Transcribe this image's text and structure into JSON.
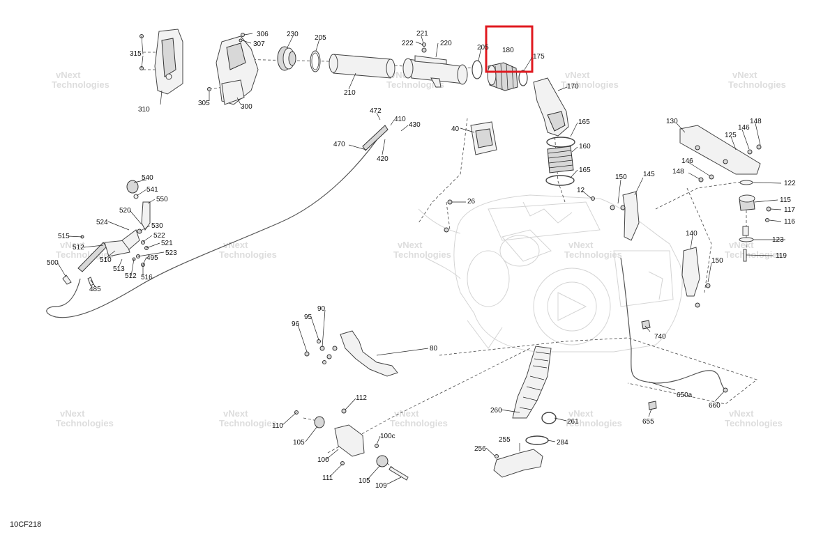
{
  "drawing_code": "10CF218",
  "highlighted_part": "180",
  "highlight_color": "#e0191f",
  "watermark_lines": [
    "vNext",
    "Technologies"
  ],
  "callouts": [
    "315",
    "310",
    "306",
    "307",
    "305",
    "300",
    "230",
    "205",
    "210",
    "221",
    "222",
    "220",
    "205",
    "180",
    "175",
    "170",
    "472",
    "410",
    "430",
    "470",
    "420",
    "40",
    "165",
    "160",
    "165",
    "130",
    "148",
    "146",
    "125",
    "148",
    "146",
    "122",
    "115",
    "117",
    "116",
    "140",
    "123",
    "119",
    "150",
    "12",
    "150",
    "145",
    "26",
    "540",
    "541",
    "550",
    "520",
    "524",
    "530",
    "522",
    "521",
    "523",
    "515",
    "512",
    "510",
    "495",
    "513",
    "512",
    "516",
    "500",
    "485",
    "96",
    "95",
    "90",
    "80",
    "740",
    "650a",
    "660",
    "655",
    "112",
    "110",
    "105",
    "100c",
    "100",
    "111",
    "105",
    "109",
    "260",
    "261",
    "255",
    "256",
    "284"
  ],
  "icons": {
    "highlight": "red-box",
    "fasteners": "bolt-icon"
  }
}
